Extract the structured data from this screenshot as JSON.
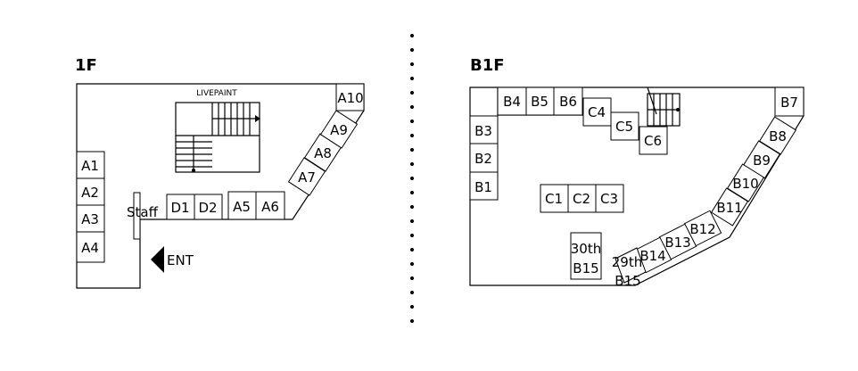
{
  "floors": {
    "f1": {
      "title": "1F",
      "livepaint": "LIVEPAINT",
      "staff": "Staff",
      "entrance": "ENT",
      "booths": [
        "A1",
        "A2",
        "A3",
        "A4",
        "D1",
        "D2",
        "A5",
        "A6",
        "A7",
        "A8",
        "A9",
        "A10"
      ]
    },
    "b1": {
      "title": "B1F",
      "booths": [
        "B1",
        "B2",
        "B3",
        "B4",
        "B5",
        "B6",
        "B7",
        "B8",
        "B9",
        "B10",
        "B11",
        "B12",
        "B13",
        "B14",
        "C1",
        "C2",
        "C3",
        "C4",
        "C5",
        "C6"
      ],
      "special": {
        "b15_30th_line1": "30th",
        "b15_30th_line2": "B15",
        "b15_29th_line1": "29th",
        "b15_29th_line2": "B15"
      }
    }
  }
}
